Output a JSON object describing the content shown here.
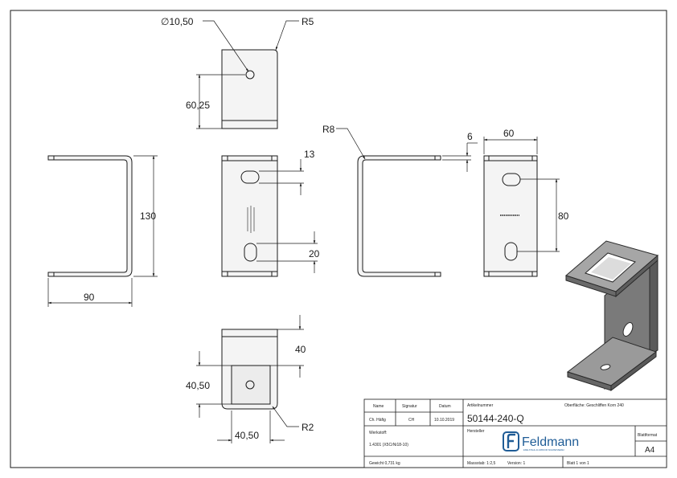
{
  "dimensions": {
    "hole_dia": "∅10,50",
    "radius_top": "R5",
    "top_height": "60,25",
    "width_90": "90",
    "height_130": "130",
    "slot_13": "13",
    "slot_20": "20",
    "radius_side": "R8",
    "thickness_6": "6",
    "width_60": "60",
    "spacing_80": "80",
    "bottom_40": "40",
    "bottom_40_50_v": "40,50",
    "bottom_40_50_h": "40,50",
    "radius_bottom": "R2"
  },
  "title_block": {
    "col_name": "Name",
    "col_signatur": "Signatur",
    "col_datum": "Datum",
    "name_value": "Ch. Häfig",
    "signatur_value": "CH",
    "datum_value": "10.10.2019",
    "artikelnummer_label": "Artikelnummer",
    "artikelnummer_value": "50144-240-Q",
    "oberflaeche": "Oberfläche: Geschliffen Korn 240",
    "werkstoff_label": "Werkstoff:",
    "werkstoff_value": "1.4301 (X5CrNi18-10)",
    "hersteller_label": "Hersteller",
    "logo_text": "Feldmann",
    "logo_tagline": "EDELSTAHL ALUMINIUM SCHWEISSEREI",
    "blattformat_label": "Blattformat",
    "blattformat_value": "A4",
    "gewicht": "Gewicht 0,731 kg",
    "massstab": "Massstab: 1:2,5",
    "version": "Version: 1",
    "blatt": "Blatt 1 von 1"
  },
  "colors": {
    "line": "#1a1a1a",
    "part_fill": "#f2f2f2",
    "iso_dark": "#6f6f6f",
    "iso_light": "#9a9a9a",
    "logo_blue": "#1f5c96"
  }
}
